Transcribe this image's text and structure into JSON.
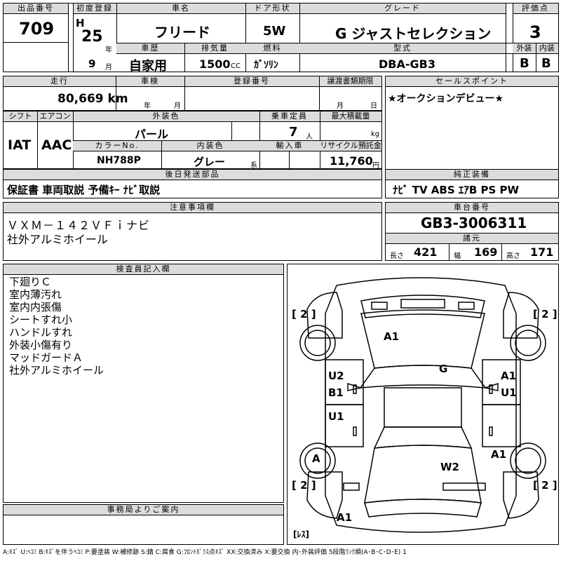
{
  "lot": {
    "label": "出品番号",
    "value": "709"
  },
  "first_reg": {
    "label": "初度登録",
    "era": "H",
    "year": "25",
    "year_unit": "年",
    "month": "9",
    "month_unit": "月"
  },
  "car_name": {
    "label": "車名",
    "value": "フリード"
  },
  "door": {
    "label": "ドア形状",
    "value": "5W"
  },
  "grade": {
    "label": "グレード",
    "value": "G ジャストセレクション"
  },
  "score": {
    "label": "評価点",
    "value": "3",
    "ext_label": "外装",
    "int_label": "内装",
    "ext": "B",
    "int": "B"
  },
  "history": {
    "label": "車歴",
    "value": "自家用"
  },
  "displacement": {
    "label": "排気量",
    "value": "1500",
    "unit": "CC"
  },
  "fuel": {
    "label": "燃料",
    "value": "ｶﾞｿﾘﾝ"
  },
  "model": {
    "label": "型式",
    "value": "DBA-GB3"
  },
  "mileage": {
    "label": "走行",
    "value": "80,669 km"
  },
  "inspection": {
    "label": "車検",
    "year_unit": "年",
    "month_unit": "月"
  },
  "reg_no": {
    "label": "登録番号"
  },
  "transfer": {
    "label": "譲渡書類期限",
    "month_unit": "月",
    "day_unit": "日"
  },
  "sales_point": {
    "label": "セールスポイント",
    "value": "★オークションデビュー★"
  },
  "shift": {
    "label": "シフト",
    "value": "IAT"
  },
  "ac": {
    "label": "エアコン",
    "value": "AAC"
  },
  "ext_color": {
    "label": "外装色",
    "value": "パール"
  },
  "capacity": {
    "label": "乗車定員",
    "value": "7",
    "unit": "人"
  },
  "load": {
    "label": "最大積載量",
    "unit": "kg"
  },
  "color_no": {
    "label": "カラーNo.",
    "value": "NH788P"
  },
  "int_color": {
    "label": "内装色",
    "value": "グレー",
    "suffix": "系"
  },
  "import": {
    "label": "輸入車"
  },
  "recycle": {
    "label": "リサイクル預託金",
    "value": "11,760",
    "unit": "円"
  },
  "later_parts": {
    "label": "後日発送部品",
    "value": "保証書 車両取説 予備ｷｰ ﾅﾋﾞ取説"
  },
  "equipment": {
    "label": "純正装備",
    "value": "ﾅﾋﾞ TV ABS ｴｱB PS PW"
  },
  "notes": {
    "label": "注意事項欄",
    "line1": "ＶＸＭ－１４２ＶＦｉナビ",
    "line2": "社外アルミホイール"
  },
  "chassis": {
    "label": "車台番号",
    "value": "GB3-3006311"
  },
  "specs": {
    "label": "諸元",
    "len_label": "長さ",
    "len": "421",
    "wid_label": "幅",
    "wid": "169",
    "hgt_label": "高さ",
    "hgt": "171"
  },
  "inspector": {
    "label": "検査員記入欄",
    "lines": [
      "下廻りＣ",
      "室内薄汚れ",
      "室内内張傷",
      "シートすれ小",
      "ハンドルすれ",
      "外装小傷有り",
      "マッドガードＡ",
      "社外アルミホイール"
    ]
  },
  "office": {
    "label": "事務局よりご案内"
  },
  "diagram": {
    "marks": {
      "tl": "[ 2 ]",
      "tr": "[ 2 ]",
      "bl": "[ 2 ]",
      "br": "[ 2 ]",
      "hood": "A1",
      "roof": "G",
      "front_left_1": "U2",
      "front_left_2": "B1",
      "rear_left": "U1",
      "front_right_1": "A1",
      "front_right_2": "U1",
      "rear_wheel_left": "A",
      "rear_right": "A1",
      "tailgate": "W2",
      "rear_bumper": "A1",
      "spare": "[ﾚｽ]"
    }
  },
  "legend": "A:ｷｽﾞ U:ﾍｺﾐ B:ｷｽﾞを伴うﾍｺﾐ P:要塗装 W:補修跡 S:錆 C:腐食 G:ﾌﾛﾝﾄｶﾞﾗｽ点ｷｽﾞ XX:交換済み X:要交換 内･外装評価 5段階ﾗﾝｸ順(A･B･C･D･E) 1"
}
